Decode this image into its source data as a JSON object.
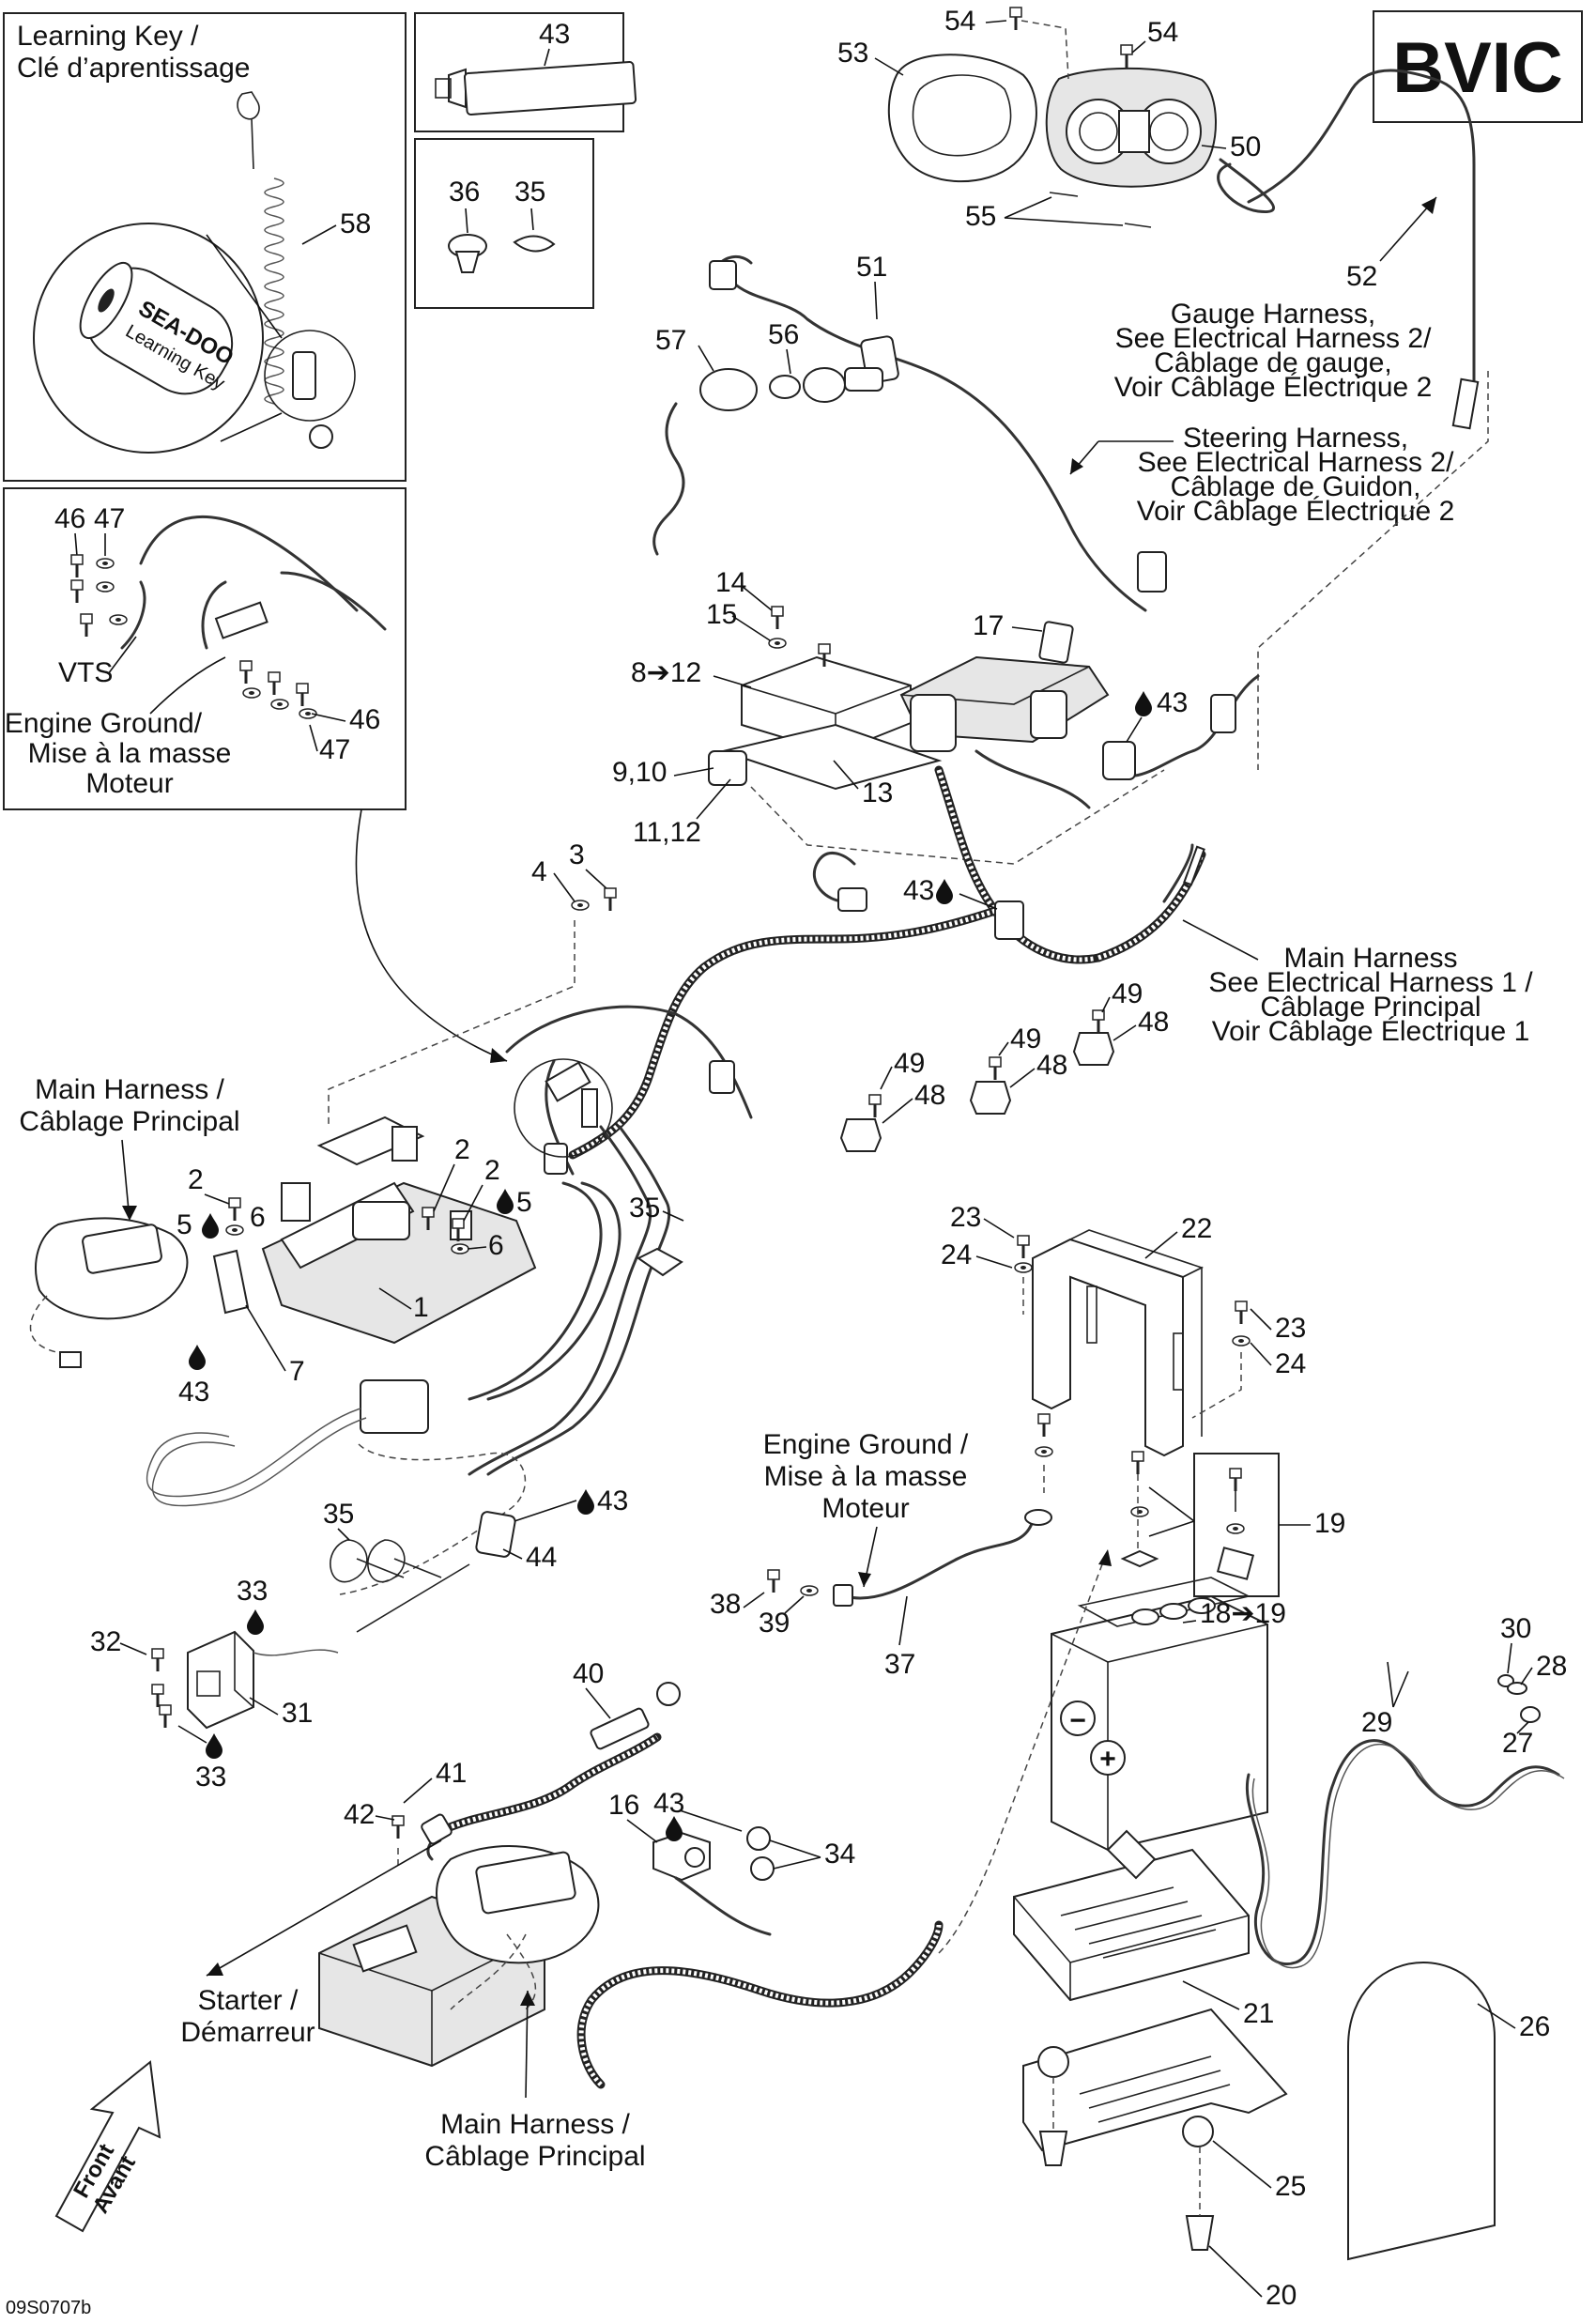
{
  "title_code": "BVIC",
  "figure_id": "09S0707b",
  "insets": {
    "learning_key": {
      "title_lines": [
        "Learning Key /",
        "Clé d’aprentissage"
      ],
      "part": "58",
      "key_text_brand": "SEA-DOO",
      "key_text_label": "Learning Key"
    },
    "grease": {
      "part": "43"
    },
    "fasteners": {
      "parts": [
        "36",
        "35"
      ]
    },
    "engine_ground": {
      "parts_top": [
        "46",
        "47"
      ],
      "vts_label": "VTS",
      "title_lines": [
        "Engine Ground/",
        "Mise à la masse",
        "Moteur"
      ],
      "parts_bottom": [
        "46",
        "47"
      ]
    }
  },
  "callouts": {
    "gauge_harness": [
      "Gauge Harness,",
      "See Electrical Harness 2/",
      "Câblage de gauge,",
      "Voir Câblage Électrique 2"
    ],
    "steering_harness": [
      "Steering Harness,",
      "See Electrical Harness 2/",
      "Câblage de Guidon,",
      "Voir Câblage Électrique 2"
    ],
    "main_harness_right": [
      "Main Harness",
      "See Electrical Harness 1 /",
      "Câblage Principal",
      "Voir Câblage Électrique 1"
    ],
    "main_harness_left": [
      "Main Harness /",
      "Câblage Principal"
    ],
    "engine_ground_center": [
      "Engine Ground /",
      "Mise à la masse",
      "Moteur"
    ],
    "starter": [
      "Starter /",
      "Démarreur"
    ],
    "main_harness_bottom": [
      "Main Harness /",
      "Câblage Principal"
    ],
    "front_arrow": [
      "Front",
      "Avant"
    ],
    "battery_minus": "−",
    "battery_plus": "+"
  },
  "part_numbers": {
    "n54a": "54",
    "n54b": "54",
    "n53": "53",
    "n50": "50",
    "n55": "55",
    "n52": "52",
    "n51": "51",
    "n56": "56",
    "n57": "57",
    "n14": "14",
    "n15": "15",
    "n8_12": "8➔12",
    "n17": "17",
    "n43a": "43",
    "n9_10": "9,10",
    "n11_12": "11,12",
    "n13": "13",
    "n4": "4",
    "n3": "3",
    "n43b": "43",
    "n49a": "49",
    "n48a": "48",
    "n49b": "49",
    "n48b": "48",
    "n49c": "49",
    "n48c": "48",
    "n2a": "2",
    "n5a": "5",
    "n6a": "6",
    "n2b": "2",
    "n2c": "2",
    "n5b": "5",
    "n6b": "6",
    "n1": "1",
    "n35a": "35",
    "n43c": "43",
    "n7": "7",
    "n22": "22",
    "n23a": "23",
    "n24a": "24",
    "n23b": "23",
    "n24b": "24",
    "n35b": "35",
    "n43d": "43",
    "n44": "44",
    "n33a": "33",
    "n32": "32",
    "n31": "31",
    "n33b": "33",
    "n19": "19",
    "n18_19": "18➔19",
    "n38": "38",
    "n39": "39",
    "n37": "37",
    "n30": "30",
    "n28": "28",
    "n29": "29",
    "n27": "27",
    "n40": "40",
    "n41": "41",
    "n42": "42",
    "n16": "16",
    "n43e": "43",
    "n34": "34",
    "n21": "21",
    "n26": "26",
    "n25": "25",
    "n20": "20"
  }
}
